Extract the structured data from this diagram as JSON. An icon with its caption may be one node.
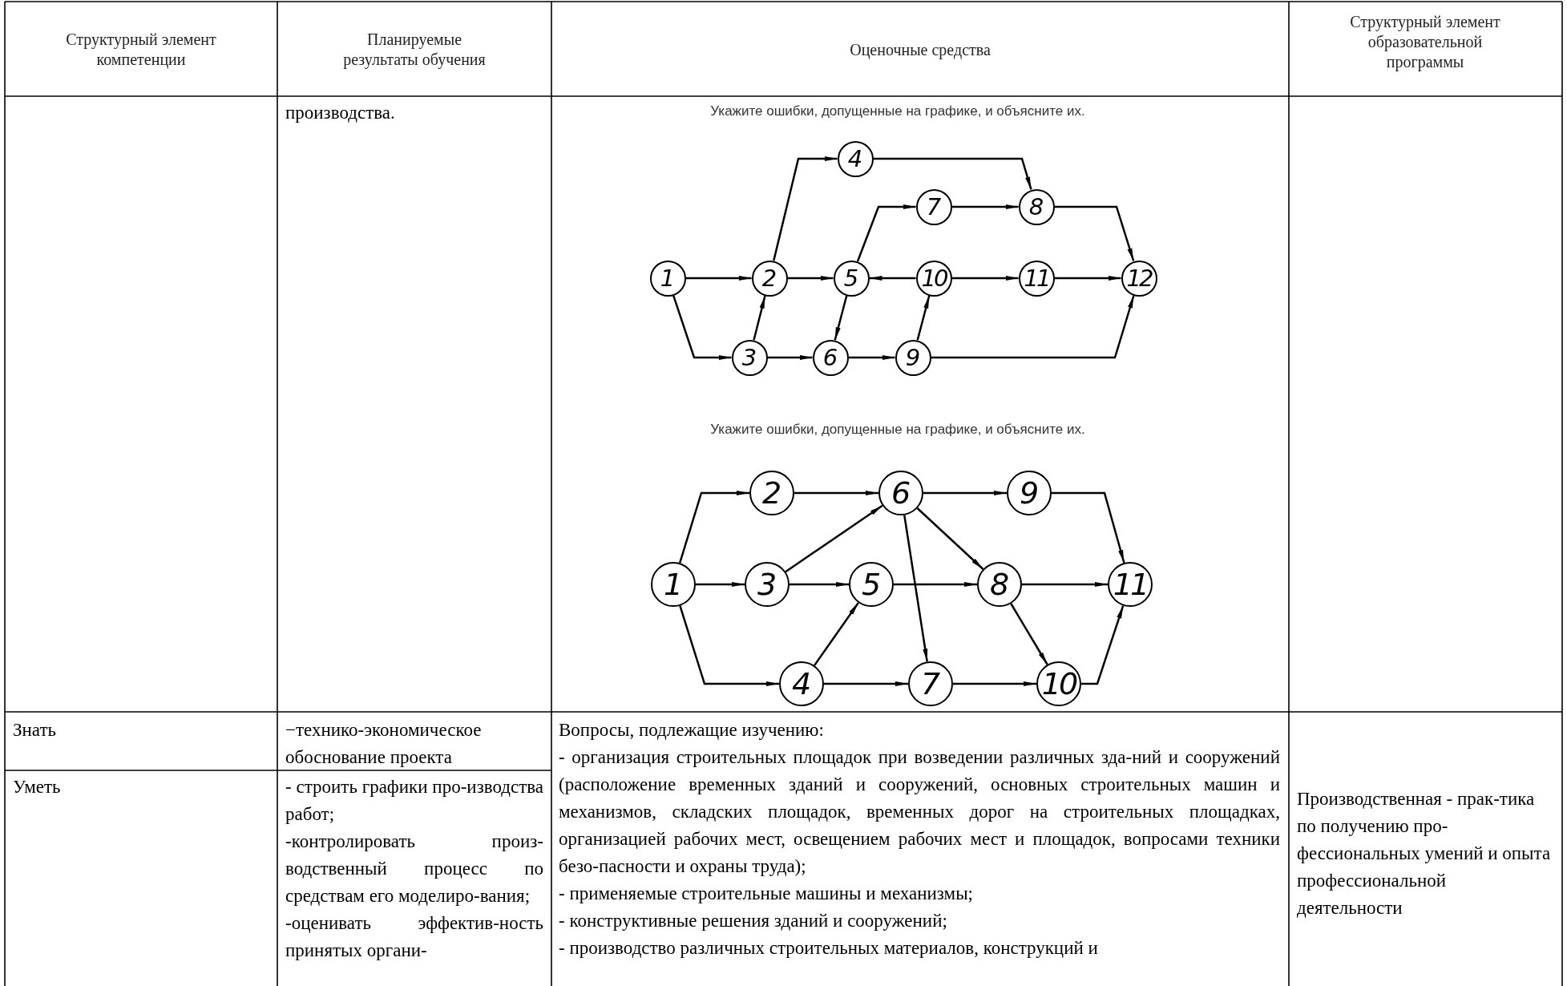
{
  "diagram": {
    "nodes": [
      {
        "text": [
          "1"
        ]
      },
      {
        "text": [
          "2"
        ]
      },
      {
        "text": [
          "3"
        ]
      },
      {
        "text": [
          "4"
        ]
      },
      {
        "text": [
          "5"
        ]
      },
      {
        "text": [
          "6"
        ]
      },
      {
        "text": [
          "7"
        ]
      },
      {
        "text": [
          "8"
        ]
      },
      {
        "text": [
          "9"
        ]
      },
      {
        "text": [
          "10"
        ]
      },
      {
        "text": [
          "11"
        ]
      },
      {
        "text": [
          "12"
        ]
      },
      {
        "text": [
          "1"
        ]
      },
      {
        "text": [
          "2"
        ]
      },
      {
        "text": [
          "3"
        ]
      },
      {
        "text": [
          "4"
        ]
      },
      {
        "text": [
          "5"
        ]
      },
      {
        "text": [
          "6"
        ]
      },
      {
        "text": [
          "7"
        ]
      },
      {
        "text": [
          "8"
        ]
      },
      {
        "text": [
          "9"
        ]
      },
      {
        "text": [
          "10"
        ]
      },
      {
        "text": [
          "11"
        ]
      }
    ],
    "edges": [
      {
        "from": 0,
        "to": 1,
        "arrow": "to"
      },
      {
        "from": 0,
        "to": 2,
        "arrow": "to"
      },
      {
        "from": 2,
        "to": 1,
        "arrow": "to"
      },
      {
        "from": 1,
        "to": 3,
        "arrow": "to"
      },
      {
        "from": 1,
        "to": 4,
        "arrow": "to"
      },
      {
        "from": 4,
        "to": 6,
        "arrow": "to"
      },
      {
        "from": 3,
        "to": 7,
        "arrow": "to"
      },
      {
        "from": 6,
        "to": 7,
        "arrow": "to"
      },
      {
        "from": 9,
        "to": 4,
        "arrow": "to"
      },
      {
        "from": 4,
        "to": 5,
        "arrow": "to"
      },
      {
        "from": 2,
        "to": 5,
        "arrow": "to"
      },
      {
        "from": 5,
        "to": 8,
        "arrow": "to"
      },
      {
        "from": 8,
        "to": 9,
        "arrow": "to"
      },
      {
        "from": 9,
        "to": 10,
        "arrow": "to"
      },
      {
        "from": 10,
        "to": 11,
        "arrow": "to"
      },
      {
        "from": 7,
        "to": 11,
        "arrow": "to"
      },
      {
        "from": 8,
        "to": 11,
        "arrow": "to"
      },
      {
        "from": 12,
        "to": 13,
        "arrow": "to"
      },
      {
        "from": 12,
        "to": 14,
        "arrow": "to"
      },
      {
        "from": 12,
        "to": 15,
        "arrow": "to"
      },
      {
        "from": 13,
        "to": 17,
        "arrow": "to"
      },
      {
        "from": 14,
        "to": 17,
        "arrow": "to"
      },
      {
        "from": 14,
        "to": 16,
        "arrow": "to"
      },
      {
        "from": 15,
        "to": 16,
        "arrow": "to"
      },
      {
        "from": 15,
        "to": 18,
        "arrow": "to"
      },
      {
        "from": 17,
        "to": 20,
        "arrow": "to"
      },
      {
        "from": 17,
        "to": 19,
        "arrow": "to"
      },
      {
        "from": 17,
        "to": 18,
        "arrow": "to"
      },
      {
        "from": 16,
        "to": 19,
        "arrow": "to"
      },
      {
        "from": 19,
        "to": 22,
        "arrow": "to"
      },
      {
        "from": 19,
        "to": 21,
        "arrow": "to"
      },
      {
        "from": 18,
        "to": 21,
        "arrow": "to"
      },
      {
        "from": 20,
        "to": 22,
        "arrow": "to"
      },
      {
        "from": 21,
        "to": 22,
        "arrow": "to"
      }
    ],
    "labels": [
      "Структурный элемент компетенции",
      "Планируемые результаты обучения",
      "Оценочные средства",
      "Структурный элемент образовательной программы",
      "производства.",
      "Укажите ошибки, допущенные на графике, и объясните их.",
      "Укажите ошибки, допущенные на графике, и объясните их.",
      "Знать",
      "−технико-экономическое обоснование проекта",
      "Вопросы, подлежащие изучению:",
      "- организация строительных площадок при возведении различных зда-ний и сооружений (расположение временных зданий и сооружений, основных строительных машин и механизмов, складских площадок, временных дорог на строительных площадках, организацией рабочих мест, освещением рабочих мест и площадок, вопросами техники безо-пасности и охраны труда);",
      "- применяемые строительные машины и механизмы;",
      "- конструктивные решения зданий и сооружений;",
      "- производство различных строительных материалов, конструкций и",
      "Производственная - прак-тика по получению про-фессиональных умений и опыта профессиональной деятельности",
      "Уметь",
      "- строить графики про-изводства работ;",
      "-контролировать произ-водственный процесс по средствам его моделиро-вания;",
      "-оценивать эффектив-ность принятых органи-"
    ]
  }
}
